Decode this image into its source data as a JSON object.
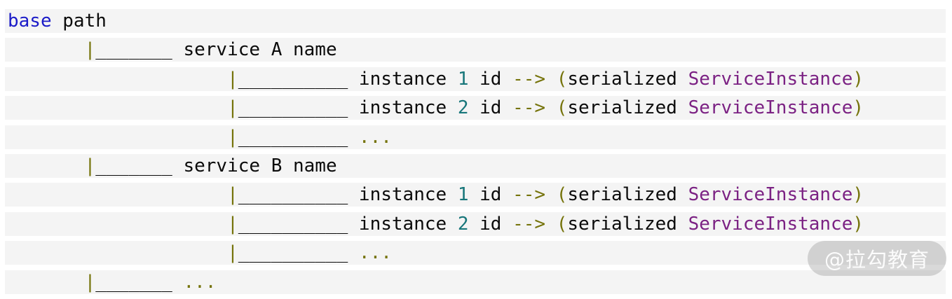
{
  "colors": {
    "black": "#0b0b0b",
    "blue": "#1b1bc8",
    "olive": "#75730a",
    "teal": "#17767a",
    "purple": "#7b2183",
    "line_background": "#f4f4f4",
    "page_background": "#ffffff"
  },
  "watermark": {
    "text": "@拉勾教育"
  },
  "code": {
    "description": "ASCII tree of a service-discovery znode layout",
    "lines": [
      {
        "tokens": [
          {
            "t": "base",
            "c": "blue"
          },
          {
            "t": " path",
            "c": "black"
          }
        ]
      },
      {
        "tokens": [
          {
            "t": "       ",
            "c": "black"
          },
          {
            "t": "|",
            "c": "olive"
          },
          {
            "t": "_______ service A name",
            "c": "black"
          }
        ]
      },
      {
        "tokens": [
          {
            "t": "                    ",
            "c": "black"
          },
          {
            "t": "|",
            "c": "olive"
          },
          {
            "t": "__________ instance ",
            "c": "black"
          },
          {
            "t": "1",
            "c": "teal"
          },
          {
            "t": " id ",
            "c": "black"
          },
          {
            "t": "-->",
            "c": "olive"
          },
          {
            "t": " ",
            "c": "black"
          },
          {
            "t": "(",
            "c": "olive"
          },
          {
            "t": "serialized ",
            "c": "black"
          },
          {
            "t": "ServiceInstance",
            "c": "purple"
          },
          {
            "t": ")",
            "c": "olive"
          }
        ]
      },
      {
        "tokens": [
          {
            "t": "                    ",
            "c": "black"
          },
          {
            "t": "|",
            "c": "olive"
          },
          {
            "t": "__________ instance ",
            "c": "black"
          },
          {
            "t": "2",
            "c": "teal"
          },
          {
            "t": " id ",
            "c": "black"
          },
          {
            "t": "-->",
            "c": "olive"
          },
          {
            "t": " ",
            "c": "black"
          },
          {
            "t": "(",
            "c": "olive"
          },
          {
            "t": "serialized ",
            "c": "black"
          },
          {
            "t": "ServiceInstance",
            "c": "purple"
          },
          {
            "t": ")",
            "c": "olive"
          }
        ]
      },
      {
        "tokens": [
          {
            "t": "                    ",
            "c": "black"
          },
          {
            "t": "|",
            "c": "olive"
          },
          {
            "t": "__________ ",
            "c": "black"
          },
          {
            "t": "...",
            "c": "olive"
          }
        ]
      },
      {
        "tokens": [
          {
            "t": "       ",
            "c": "black"
          },
          {
            "t": "|",
            "c": "olive"
          },
          {
            "t": "_______ service B name",
            "c": "black"
          }
        ]
      },
      {
        "tokens": [
          {
            "t": "                    ",
            "c": "black"
          },
          {
            "t": "|",
            "c": "olive"
          },
          {
            "t": "__________ instance ",
            "c": "black"
          },
          {
            "t": "1",
            "c": "teal"
          },
          {
            "t": " id ",
            "c": "black"
          },
          {
            "t": "-->",
            "c": "olive"
          },
          {
            "t": " ",
            "c": "black"
          },
          {
            "t": "(",
            "c": "olive"
          },
          {
            "t": "serialized ",
            "c": "black"
          },
          {
            "t": "ServiceInstance",
            "c": "purple"
          },
          {
            "t": ")",
            "c": "olive"
          }
        ]
      },
      {
        "tokens": [
          {
            "t": "                    ",
            "c": "black"
          },
          {
            "t": "|",
            "c": "olive"
          },
          {
            "t": "__________ instance ",
            "c": "black"
          },
          {
            "t": "2",
            "c": "teal"
          },
          {
            "t": " id ",
            "c": "black"
          },
          {
            "t": "-->",
            "c": "olive"
          },
          {
            "t": " ",
            "c": "black"
          },
          {
            "t": "(",
            "c": "olive"
          },
          {
            "t": "serialized ",
            "c": "black"
          },
          {
            "t": "ServiceInstance",
            "c": "purple"
          },
          {
            "t": ")",
            "c": "olive"
          }
        ]
      },
      {
        "tokens": [
          {
            "t": "                    ",
            "c": "black"
          },
          {
            "t": "|",
            "c": "olive"
          },
          {
            "t": "__________ ",
            "c": "black"
          },
          {
            "t": "...",
            "c": "olive"
          }
        ]
      },
      {
        "tokens": [
          {
            "t": "       ",
            "c": "black"
          },
          {
            "t": "|",
            "c": "olive"
          },
          {
            "t": "_______ ",
            "c": "black"
          },
          {
            "t": "...",
            "c": "olive"
          }
        ]
      }
    ]
  }
}
